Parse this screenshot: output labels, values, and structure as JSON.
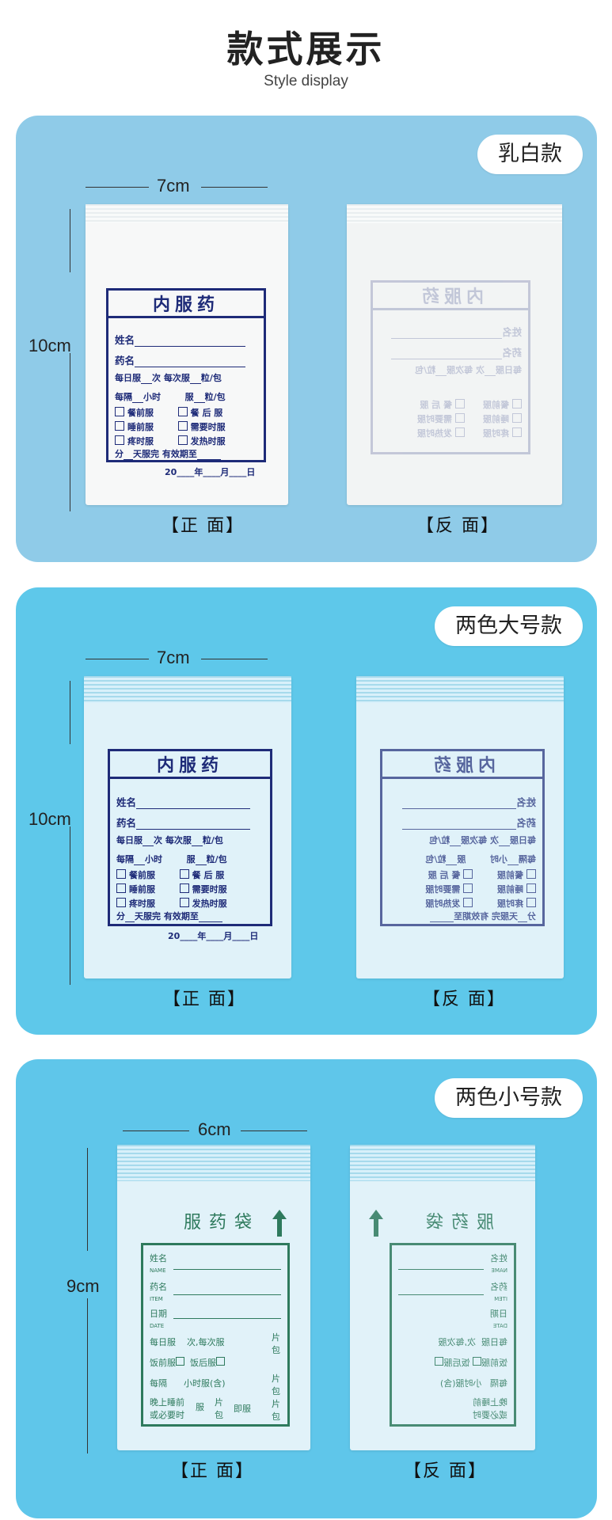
{
  "header": {
    "title": "款式展示",
    "subtitle": "Style display"
  },
  "sections": [
    {
      "badge": "乳白款",
      "width_label": "7cm",
      "height_label": "10cm",
      "front_caption": "【正 面】",
      "back_caption": "【反 面】"
    },
    {
      "badge": "两色大号款",
      "width_label": "7cm",
      "height_label": "10cm",
      "front_caption": "【正 面】",
      "back_caption": "【反 面】"
    },
    {
      "badge": "两色小号款",
      "width_label": "6cm",
      "height_label": "9cm",
      "front_caption": "【正 面】",
      "back_caption": "【反 面】"
    }
  ],
  "label_large": {
    "title": "内服药",
    "name": "姓名",
    "drug": "药名",
    "daily": "每日服",
    "times": "次",
    "per_dose": "每次服",
    "unit": "粒/包",
    "interval": "每隔",
    "hours": "小时",
    "take": "服",
    "unit2": "粒/包",
    "before_meal": "餐前服",
    "after_meal": "餐 后 服",
    "before_sleep": "睡前服",
    "as_needed": "需要时服",
    "pain": "疼时服",
    "fever": "发热时服",
    "divide": "分",
    "days": "天服完",
    "expiry": "有效期至",
    "year_prefix": "20",
    "year": "年",
    "month": "月",
    "day": "日"
  },
  "label_small": {
    "title": "服药袋",
    "name": "姓名",
    "name_en": "NAME",
    "drug": "药名",
    "drug_en": "ITEM",
    "date": "日期",
    "date_en": "DATE",
    "daily": "每日服",
    "times_per": "次,每次服",
    "piece": "片",
    "pack": "包",
    "before_meal": "饭前服",
    "after_meal": "饭后服",
    "every": "每隔",
    "hours_take": "小时服(含)",
    "bedtime": "晚上睡前",
    "take": "服",
    "take_now": "即服",
    "or_needed": "或必要时"
  }
}
